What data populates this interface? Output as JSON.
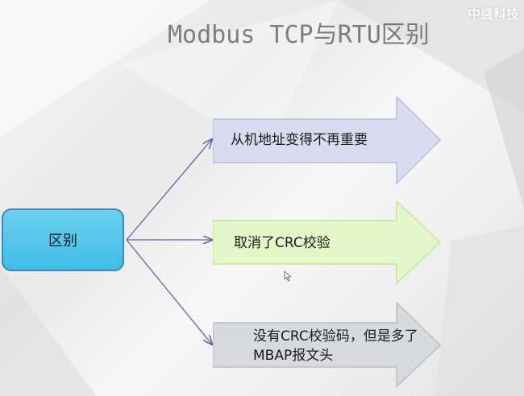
{
  "slide": {
    "title": "Modbus TCP与RTU区别",
    "watermark": "中盛科技"
  },
  "root": {
    "label": "区别"
  },
  "branches": [
    {
      "label": "从机地址变得不再重要",
      "color": "#d9dcef"
    },
    {
      "label": "取消了CRC校验",
      "color": "#e3f7c8"
    },
    {
      "line1": "没有CRC校验码，但是多了",
      "line2": "MBAP报文头",
      "color": "#d8dadc"
    }
  ],
  "colors": {
    "root_fill": "#4cc5ec",
    "connector": "#6b5fa8"
  }
}
